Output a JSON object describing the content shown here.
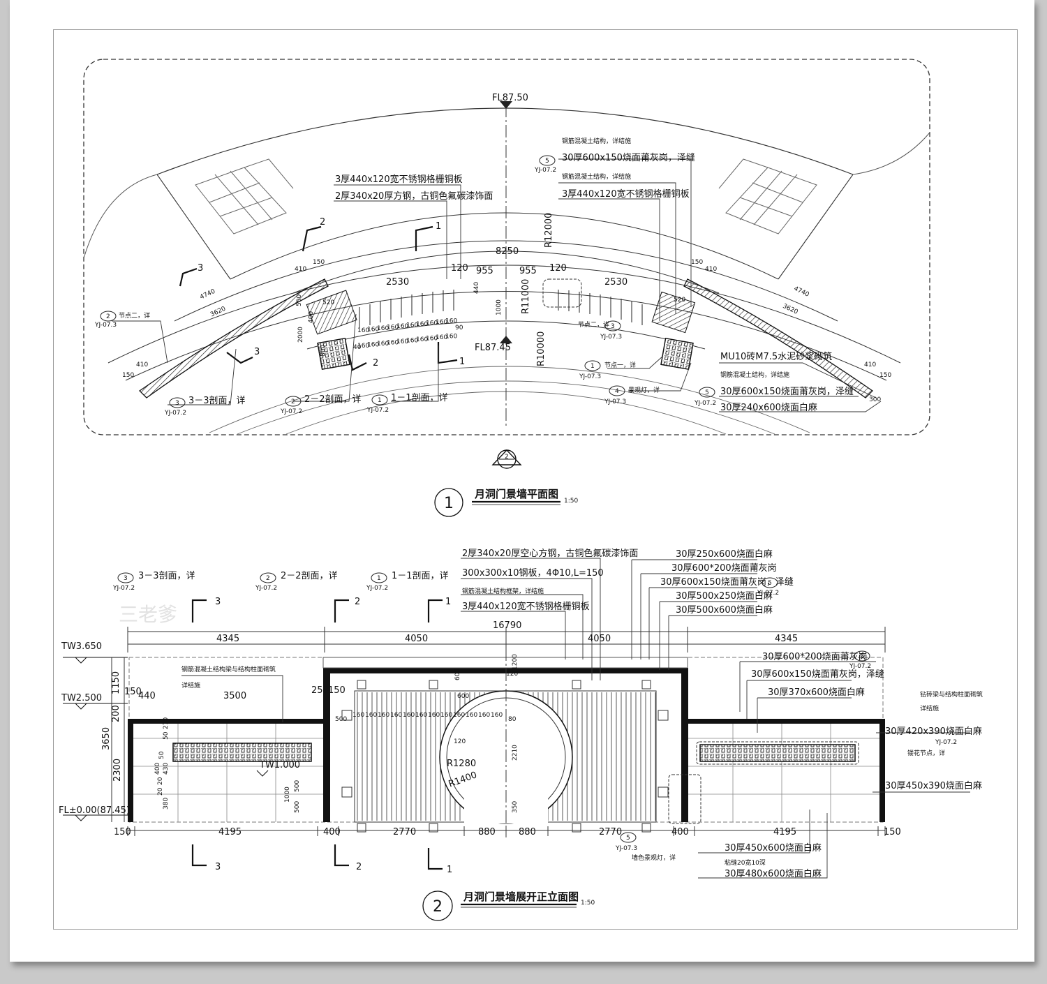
{
  "plan": {
    "level_top": "FL87.50",
    "level_center": "FL87.45",
    "overall": "8250",
    "radius_outer": "R12000",
    "radius_mid": "R11000",
    "radius_inner": "R10000",
    "note_grating": "3厚440x120宽不锈钢格栅铜板",
    "note_plate": "2厚340x20厚方钢，古铜色氟碳漆饰面",
    "note_rc_1": "钢筋混凝土结构，详结施",
    "note_cap": "30厚600x150烧面莆灰岗，泽缝",
    "note_rc_2": "钢筋混凝土结构，详结施",
    "note_grating_2": "3厚440x120宽不锈钢格栅铜板",
    "note_brick": "MU10砖M7.5水泥砂浆砌筑",
    "note_rc_3": "钢筋混凝土结构，详结施",
    "note_cap_2": "30厚600x150烧面莆灰岗，泽缝",
    "note_face": "30厚240x600烧面白麻",
    "dims": [
      "410",
      "150",
      "4740",
      "3620",
      "2530",
      "120",
      "955",
      "955",
      "120",
      "2530",
      "520",
      "440",
      "1000",
      "500",
      "400",
      "2000",
      "800",
      "520",
      "150",
      "410",
      "4740",
      "3620",
      "410",
      "150",
      "300",
      "410",
      "150"
    ],
    "bars": "160",
    "bars_end": "90",
    "bars_end2": "40",
    "tag_node2": "节点二，详",
    "tag_node2_b": "节点二，详",
    "tag_node1": "节点一，详",
    "tag_lamp": "景观灯，详",
    "tag_sec33": "3－3剖面，详",
    "tag_sec22": "2－2剖面，详",
    "tag_sec11": "1－1剖面，详",
    "ref_072": "YJ-07.2",
    "ref_073": "YJ-07.3",
    "cut_1": "1",
    "cut_2": "2",
    "cut_3": "3",
    "cut_5": "5",
    "cut_4": "4",
    "north_num": "2"
  },
  "plan_title": {
    "num": "1",
    "text": "月洞门景墙平面图",
    "scale": "1:50"
  },
  "elev": {
    "tw_top": "TW3.650",
    "tw_mid": "TW2.500",
    "tw_low": "TW1.000",
    "fl": "FL±0.00(87.45)",
    "overall": "16790",
    "top_dims": [
      "4345",
      "4050",
      "4050",
      "4345"
    ],
    "bottom_dims": [
      "150",
      "4195",
      "400",
      "2770",
      "880",
      "880",
      "2770",
      "400",
      "4195",
      "150"
    ],
    "left_v": [
      "1150",
      "200",
      "2300",
      "3650"
    ],
    "left_dims": [
      "150",
      "440",
      "3500",
      "250",
      "150"
    ],
    "inner_v": [
      "50",
      "270",
      "50",
      "400",
      "430",
      "380",
      "20",
      "20",
      "500",
      "1000",
      "500",
      "600",
      "2210",
      "350",
      "1200"
    ],
    "radius_a": "R1280",
    "radius_b": "R1400",
    "bar_w": "160",
    "small_dims": [
      "500",
      "120",
      "80",
      "600",
      "120"
    ],
    "note_plate": "2厚340x20厚空心方钢，古铜色氟碳漆饰面",
    "note_embed": "300x300x10钢板，4Φ10,L=150",
    "note_rc": "钢筋混凝土结构框架，详结施",
    "note_grating": "3厚440x120宽不锈钢格栅铜板",
    "note_rc_left": "钢筋混凝土结构梁与结构柱面砌筑",
    "note_rc_left2": "详结施",
    "note_c1": "30厚250x600烧面白麻",
    "note_c2": "30厚600*200烧面莆灰岗",
    "note_c3": "30厚600x150烧面莆灰岗，泽缝",
    "note_c4": "30厚500x250烧面白麻",
    "note_c5": "30厚500x600烧面白麻",
    "note_r1": "30厚600*200烧面莆灰岗",
    "note_r2": "30厚600x150烧面莆灰岗，泽缝",
    "note_r3": "30厚370x600烧面白麻",
    "note_r4": "钻砖梁与结构柱面砌筑",
    "note_r4b": "详结施",
    "note_r5": "30厚420x390烧面白麻",
    "note_r6": "镂花节点，详",
    "note_r7": "30厚450x390烧面白麻",
    "note_b1": "30厚450x600烧面白麻",
    "note_b2": "粘缝20宽10深",
    "note_b3": "30厚480x600烧面白麻",
    "tag_lamp": "墙色景观灯，详",
    "tag_sec33": "3－3剖面，详",
    "tag_sec22": "2－2剖面，详",
    "tag_sec11": "1－1剖面，详",
    "ref_072": "YJ-07.2",
    "ref_073": "YJ-07.3"
  },
  "elev_title": {
    "num": "2",
    "text": "月洞门景墙展开正立面图",
    "scale": "1:50"
  },
  "watermark": "三老爹"
}
